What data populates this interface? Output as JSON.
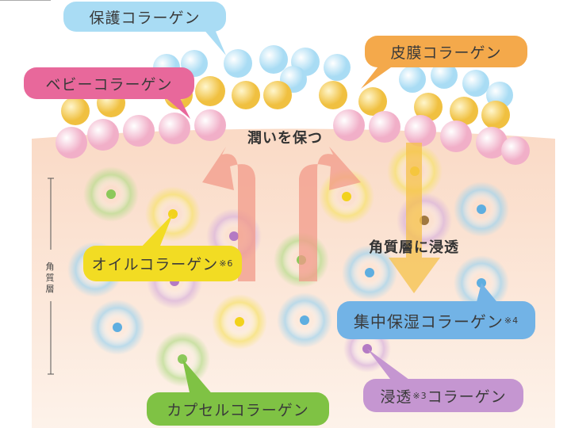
{
  "labels": {
    "protect": "保護コラーゲン",
    "film": "皮膜コラーゲン",
    "baby": "ベビーコラーゲン",
    "oil": "オイルコラーゲン",
    "oil_note": "※6",
    "intensive": "集中保湿コラーゲン",
    "intensive_note": "※4",
    "penetrate_a": "浸透",
    "penetrate_note": "※3",
    "penetrate_b": "コラーゲン",
    "capsule": "カプセルコラーゲン"
  },
  "annotations": {
    "moisture": "潤いを保つ",
    "penetrate": "角質層に浸透",
    "layer": "角質層"
  },
  "colors": {
    "blue": "#a9dcf4",
    "orange": "#f4a94b",
    "pink": "#e8689b",
    "yellow": "#f2dc23",
    "deepblue": "#72b3e6",
    "purple": "#c596d1",
    "green": "#7fc244"
  }
}
